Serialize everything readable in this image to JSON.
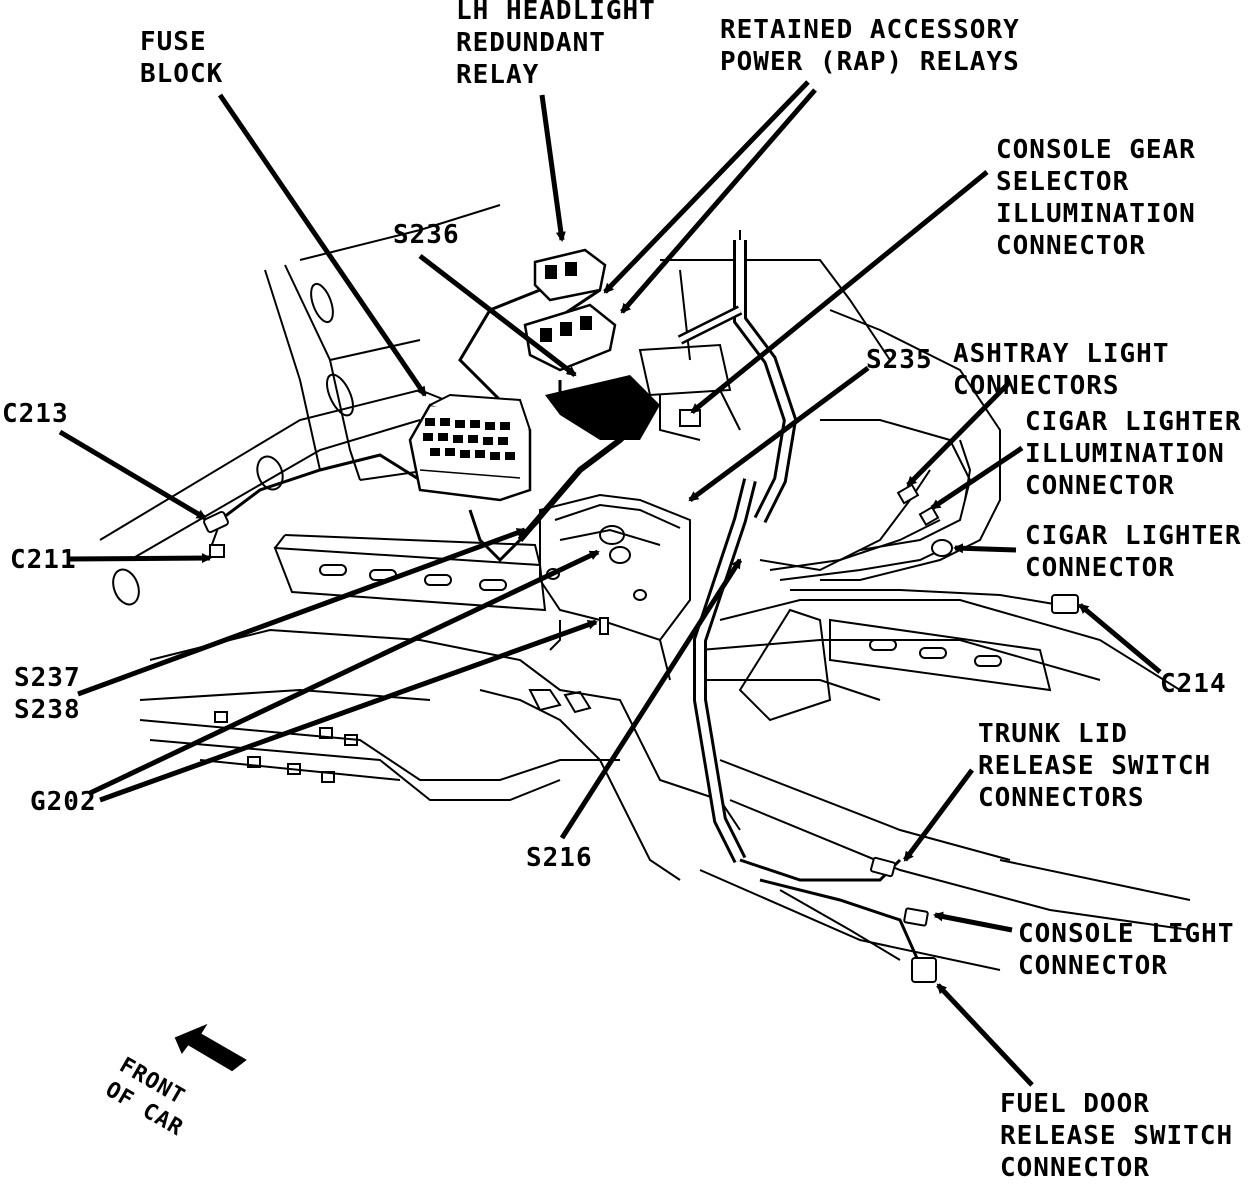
{
  "labels": {
    "fuse_block": "FUSE\nBLOCK",
    "lh_headlight": "LH HEADLIGHT\nREDUNDANT\nRELAY",
    "rap_relays": "RETAINED ACCESSORY\nPOWER (RAP) RELAYS",
    "console_gear": "CONSOLE GEAR\nSELECTOR\nILLUMINATION\nCONNECTOR",
    "s236": "S236",
    "s235": "S235",
    "ashtray": "ASHTRAY LIGHT\nCONNECTORS",
    "cigar_illum": "CIGAR LIGHTER\nILLUMINATION\nCONNECTOR",
    "cigar_conn": "CIGAR LIGHTER\nCONNECTOR",
    "c213": "C213",
    "c211": "C211",
    "c214": "C214",
    "s237_s238": "S237\nS238",
    "g202": "G202",
    "s216": "S216",
    "trunk_lid": "TRUNK LID\nRELEASE SWITCH\nCONNECTORS",
    "console_light": "CONSOLE LIGHT\nCONNECTOR",
    "fuel_door": "FUEL DOOR\nRELEASE SWITCH\nCONNECTOR",
    "front_of_car": "FRONT\nOF CAR"
  },
  "colors": {
    "ink": "#000000",
    "paper": "#ffffff"
  }
}
